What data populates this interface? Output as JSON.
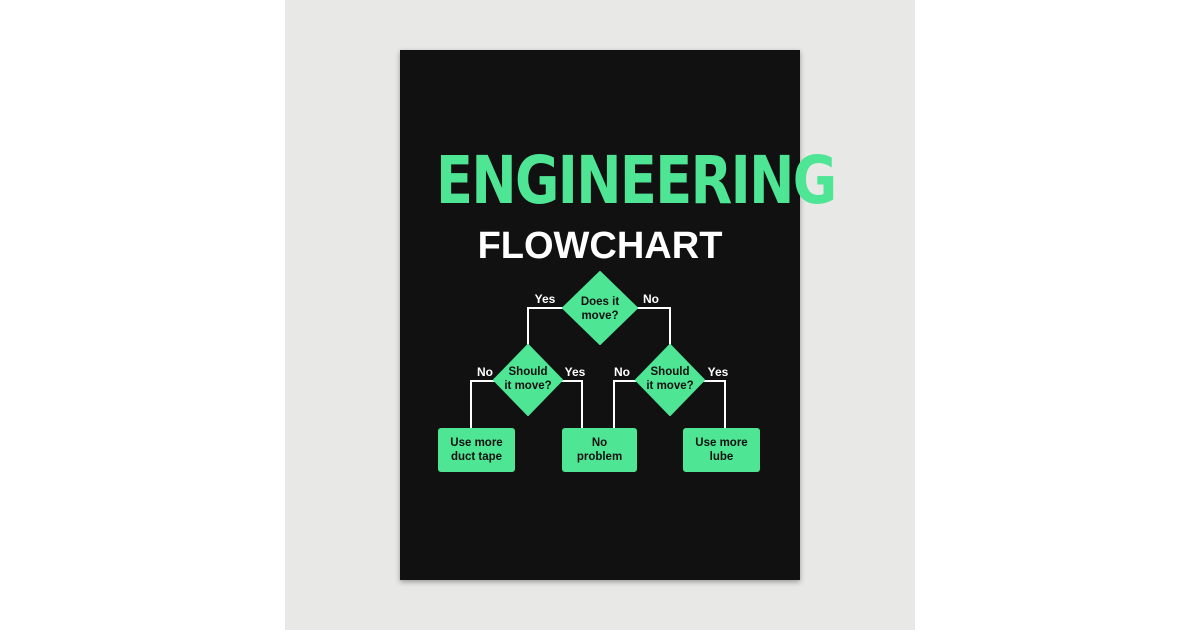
{
  "card": {
    "title": "ENGINEERING",
    "subtitle": "FLOWCHART",
    "colors": {
      "card_bg": "#111111",
      "accent": "#4ee594",
      "text": "#ffffff",
      "line": "#ffffff"
    }
  },
  "flowchart": {
    "root": {
      "line1": "Does it",
      "line2": "move?",
      "yes": "Yes",
      "no": "No"
    },
    "left_decision": {
      "line1": "Should",
      "line2": "it move?",
      "no": "No",
      "yes": "Yes"
    },
    "right_decision": {
      "line1": "Should",
      "line2": "it move?",
      "no": "No",
      "yes": "Yes"
    },
    "outcome_left": {
      "line1": "Use more",
      "line2": "duct tape"
    },
    "outcome_middle": {
      "line1": "No",
      "line2": "problem"
    },
    "outcome_right": {
      "line1": "Use more",
      "line2": "lube"
    }
  }
}
